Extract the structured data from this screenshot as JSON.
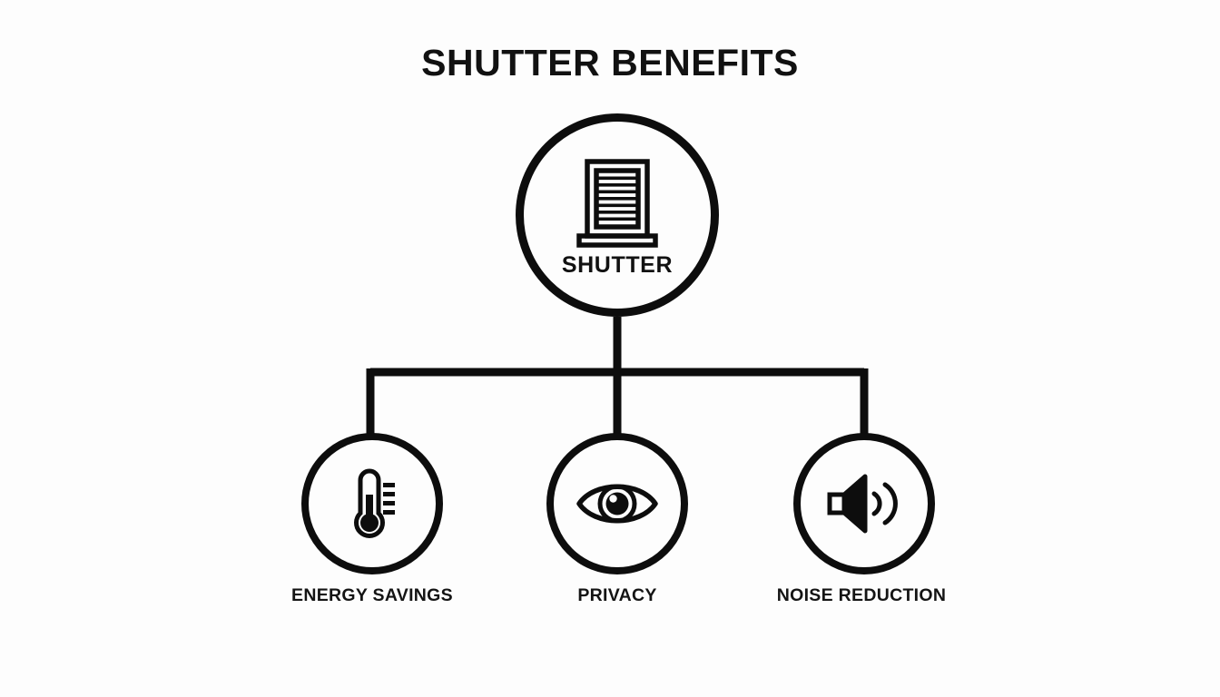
{
  "diagram": {
    "title": "SHUTTER BENEFITS",
    "type": "hierarchy-tree",
    "background_color": "#fdfdfd",
    "line_color": "#0d0d0d",
    "text_color": "#111111",
    "hub": {
      "label": "SHUTTER",
      "icon": "shutter-blinds-icon"
    },
    "branches": [
      {
        "label": "ENERGY SAVINGS",
        "icon": "thermometer-icon"
      },
      {
        "label": "PRIVACY",
        "icon": "eye-icon"
      },
      {
        "label": "NOISE REDUCTION",
        "icon": "speaker-volume-icon"
      }
    ]
  }
}
